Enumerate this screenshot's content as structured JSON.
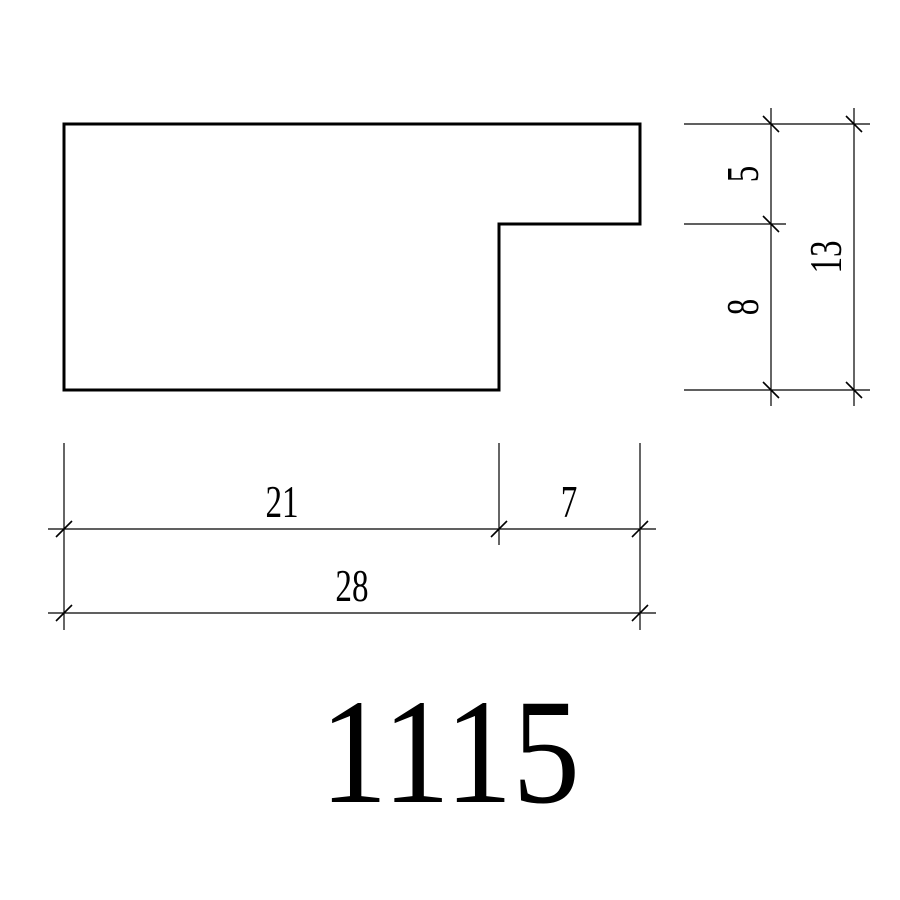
{
  "profile": {
    "code": "1115"
  },
  "dimensions": {
    "width_left": "21",
    "width_right": "7",
    "width_total": "28",
    "height_top": "5",
    "height_bottom": "8",
    "height_total": "13"
  }
}
